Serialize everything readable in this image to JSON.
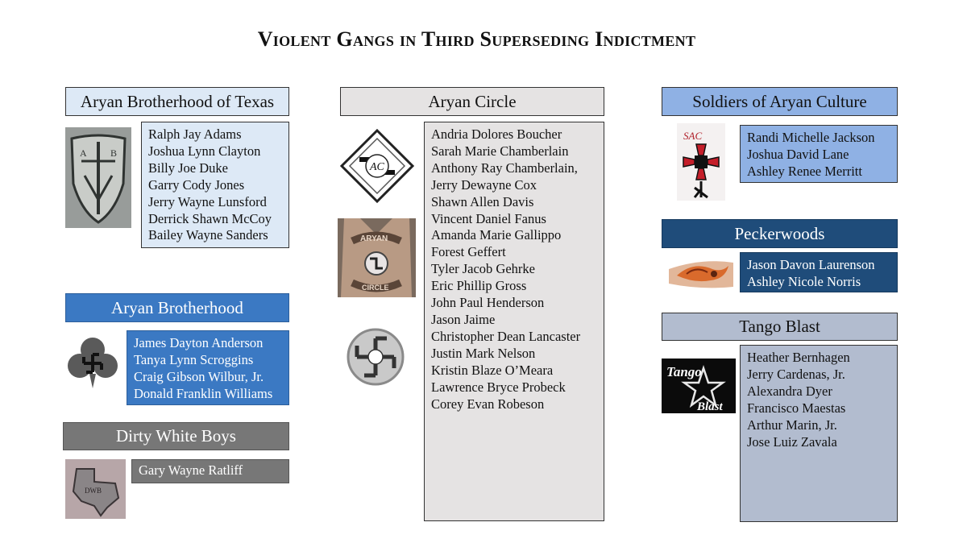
{
  "title": "Violent Gangs in Third Superseding Indictment",
  "colors": {
    "light_blue": "#dde9f6",
    "blue": "#3b79c3",
    "grey": "#777777",
    "pale_grey": "#e5e3e3",
    "sky": "#8fb1e4",
    "navy": "#1f4c7a",
    "steel": "#b2bccf"
  },
  "gangs": {
    "abt": {
      "name": "Aryan Brotherhood of Texas",
      "image": "shield-tattoo-image",
      "members": [
        "Ralph Jay Adams",
        "Joshua Lynn Clayton",
        "Billy Joe Duke",
        "Garry Cody Jones",
        "Jerry Wayne Lunsford",
        "Derrick Shawn McCoy",
        "Bailey Wayne Sanders"
      ]
    },
    "ab": {
      "name": "Aryan Brotherhood",
      "image": "shamrock-swastika-image",
      "members": [
        "James Dayton Anderson",
        "Tanya Lynn Scroggins",
        "Craig Gibson Wilbur, Jr.",
        "Donald Franklin Williams"
      ]
    },
    "dwb": {
      "name": "Dirty White Boys",
      "image": "texas-tattoo-image",
      "members": [
        "Gary Wayne Ratliff"
      ]
    },
    "ac": {
      "name": "Aryan Circle",
      "images": [
        "diamond-emblem-image",
        "vest-patch-image",
        "circle-swastika-image"
      ],
      "patch_text": [
        "ARYAN",
        "CIRCLE"
      ],
      "members": [
        "Andria Dolores Boucher",
        "Sarah Marie Chamberlain",
        "Anthony Ray Chamberlain,",
        "Jerry Dewayne Cox",
        "Shawn Allen Davis",
        "Vincent Daniel Fanus",
        "Amanda Marie Gallippo",
        "Forest Geffert",
        "Tyler Jacob Gehrke",
        "Eric Phillip Gross",
        "John Paul Henderson",
        "Jason Jaime",
        "Christopher Dean Lancaster",
        "Justin Mark Nelson",
        " Kristin Blaze O’Meara",
        "Lawrence Bryce Probeck",
        "Corey Evan Robeson"
      ]
    },
    "sac": {
      "name": "Soldiers of Aryan Culture",
      "image": "iron-cross-emblem-image",
      "emblem_text": "SAC",
      "members": [
        "Randi Michelle Jackson",
        "Joshua David Lane",
        " Ashley Renee Merritt"
      ]
    },
    "pw": {
      "name": "Peckerwoods",
      "image": "arm-tattoo-image",
      "members": [
        "Jason Davon Laurenson",
        "Ashley Nicole Norris"
      ]
    },
    "tb": {
      "name": "Tango Blast",
      "image": "star-logo-image",
      "logo_text": [
        "Tango",
        "Blast"
      ],
      "members": [
        "Heather Bernhagen",
        "Jerry Cardenas, Jr.",
        "Alexandra Dyer",
        "Francisco Maestas",
        "Arthur Marin, Jr.",
        "Jose Luiz Zavala"
      ]
    }
  }
}
